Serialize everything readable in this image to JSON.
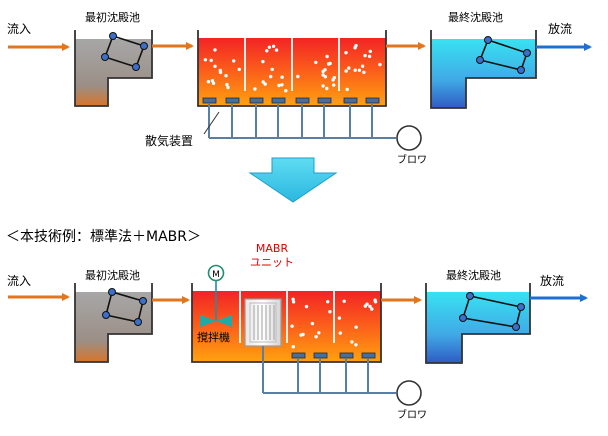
{
  "top": {
    "inflow": "流入",
    "primary_clarifier": "最初沈殿池",
    "final_clarifier": "最終沈殿池",
    "outflow": "放流",
    "diffuser": "散気装置",
    "blower": "ブロワ"
  },
  "section_title": "＜本技術例：標準法＋MABR＞",
  "bottom": {
    "inflow": "流入",
    "primary_clarifier": "最初沈殿池",
    "final_clarifier": "最終沈殿池",
    "outflow": "放流",
    "mixer": "撹拌機",
    "motor": "M",
    "mabr_line1": "MABR",
    "mabr_line2": "ユニット",
    "blower": "ブロワ"
  },
  "colors": {
    "inflow_arrow": "#e2761c",
    "outflow_arrow": "#1f6fd0",
    "pipe": "#5a7fa6",
    "down_arrow": "#4fd0ec",
    "mabr_label": "#e00000"
  }
}
